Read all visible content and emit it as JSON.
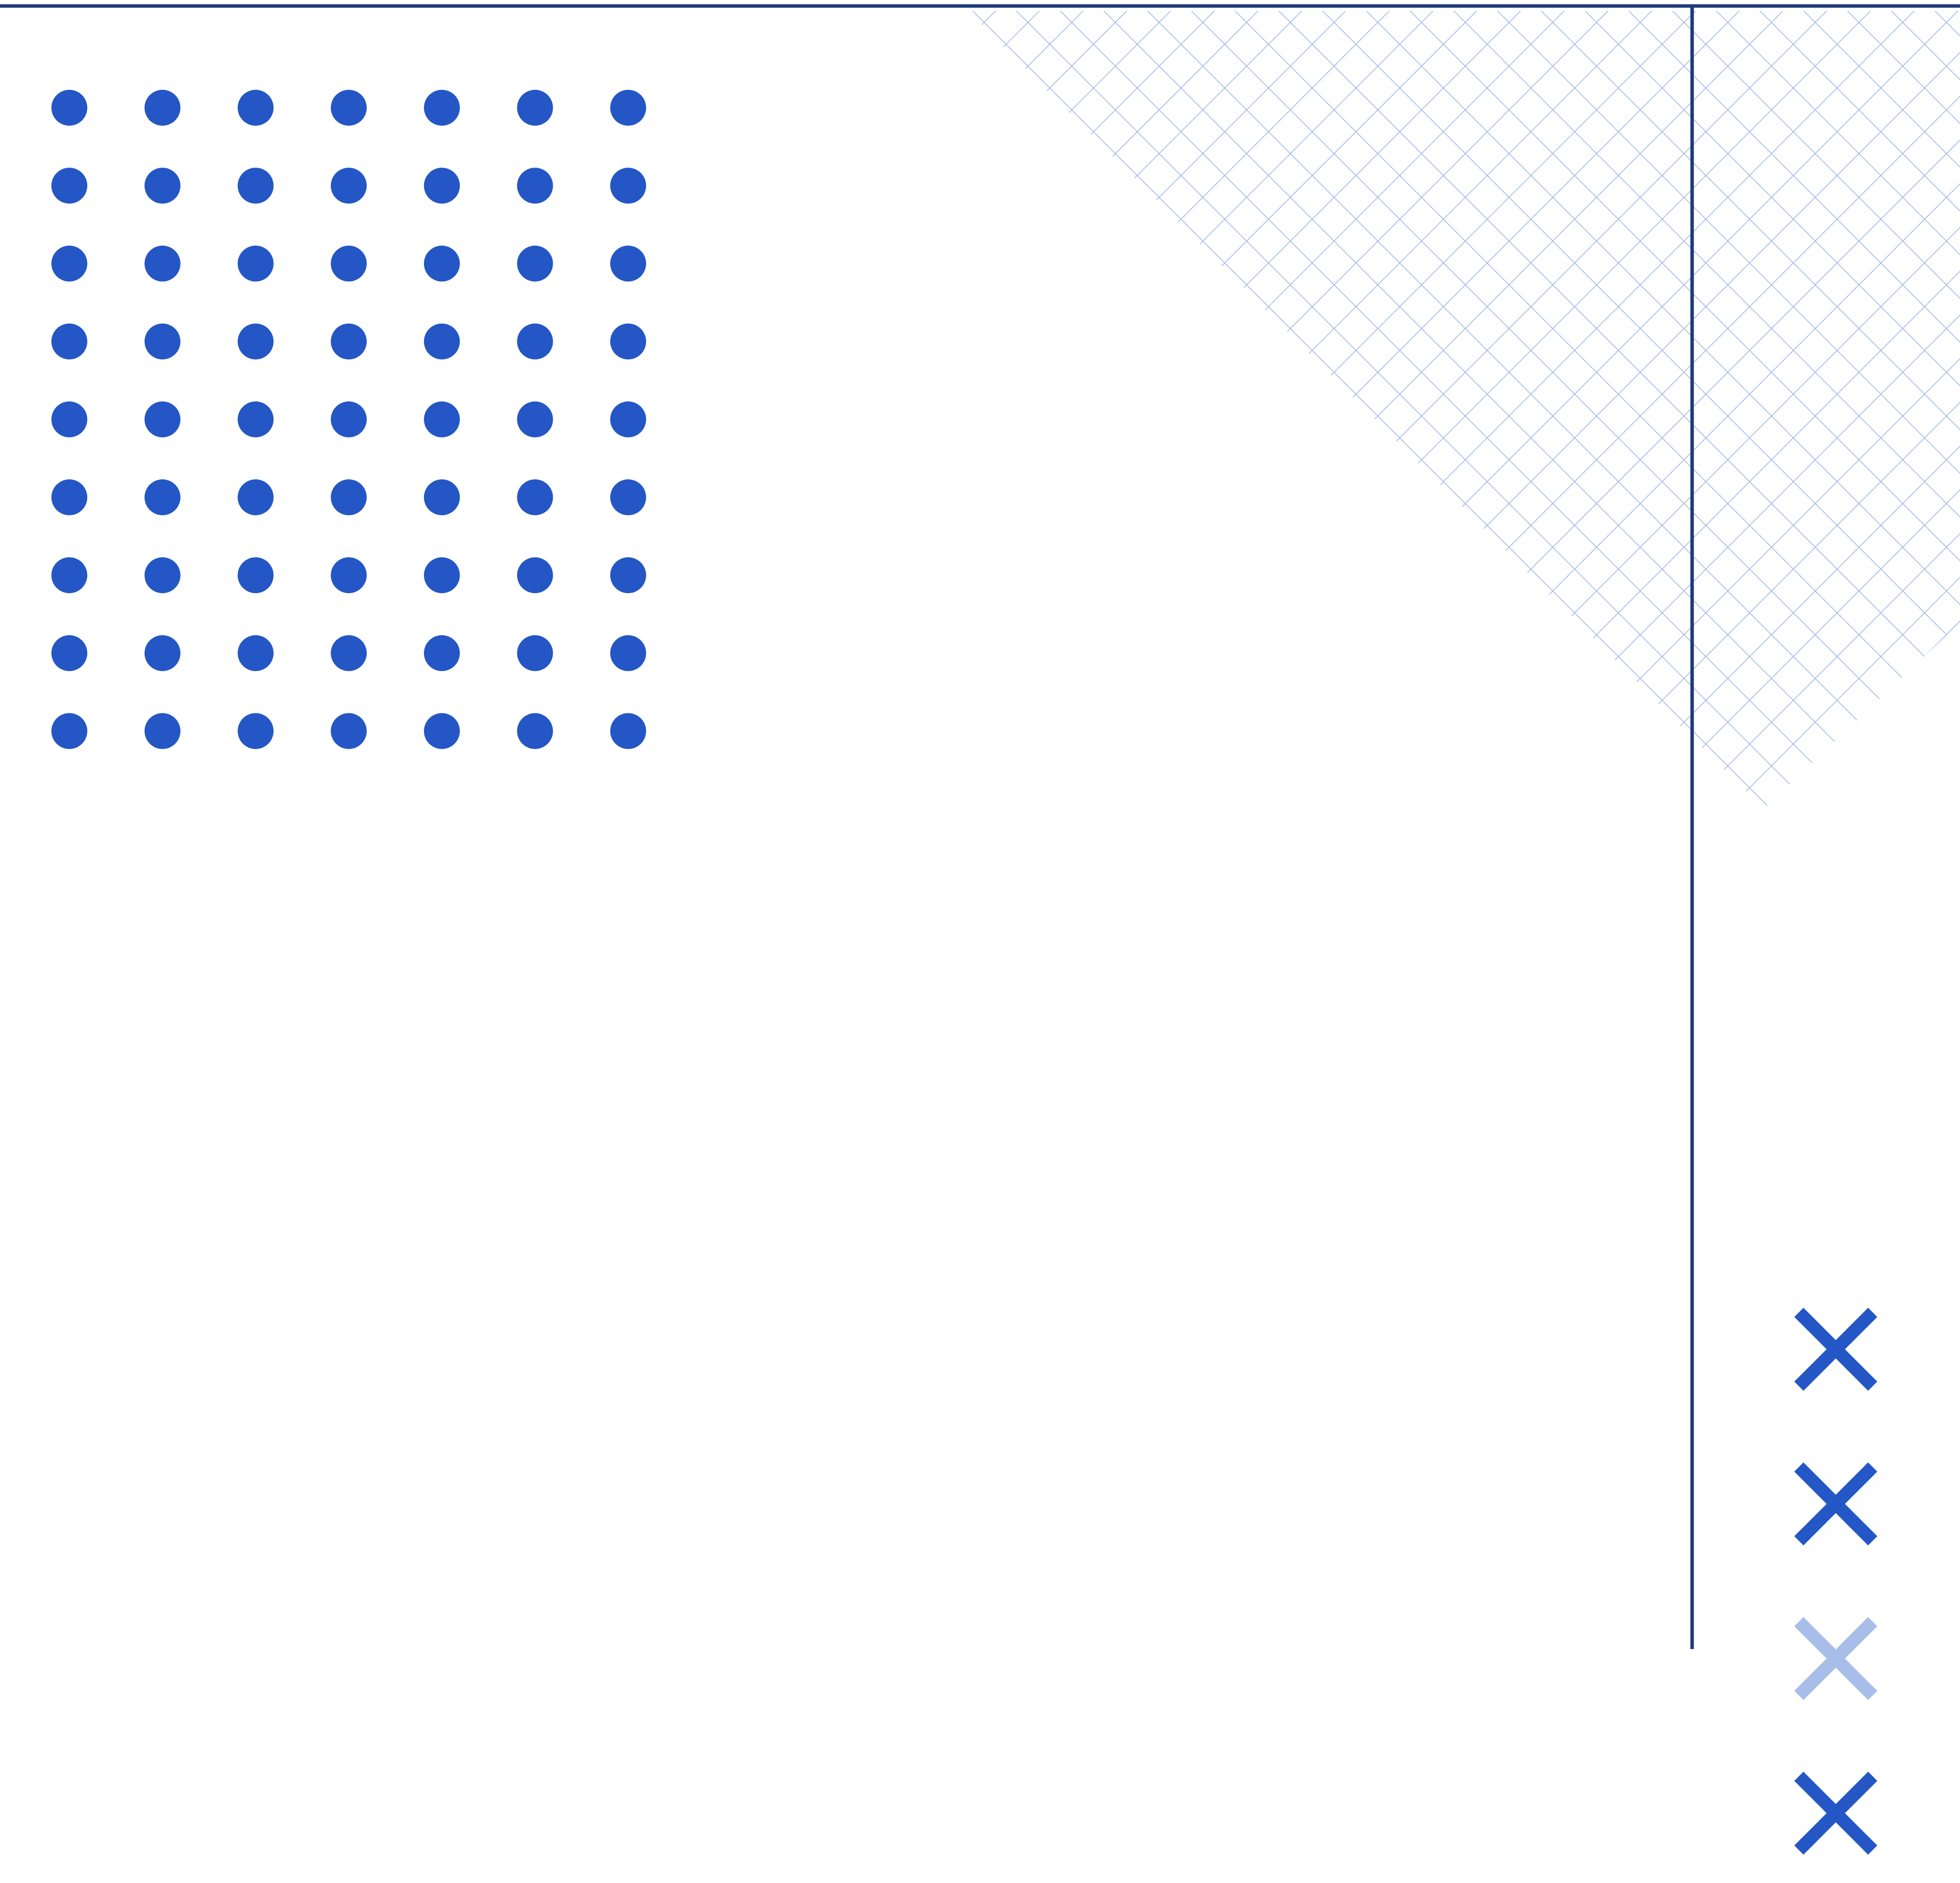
{
  "colors": {
    "background": "#ffffff",
    "dot": "#2457c5",
    "frame_line": "#1f3a7a",
    "hatch": "#9fb4ea",
    "cross_primary": "#2457c5",
    "cross_faded": "#a9bde9"
  },
  "dot_grid": {
    "rows": 9,
    "columns": 7,
    "icon": "dot"
  },
  "crosses": [
    {
      "icon": "close-icon",
      "tone": "primary"
    },
    {
      "icon": "close-icon",
      "tone": "primary"
    },
    {
      "icon": "close-icon",
      "tone": "faded"
    },
    {
      "icon": "close-icon",
      "tone": "primary"
    }
  ],
  "hatch_pattern": {
    "style": "diagonal-crosshatch"
  }
}
